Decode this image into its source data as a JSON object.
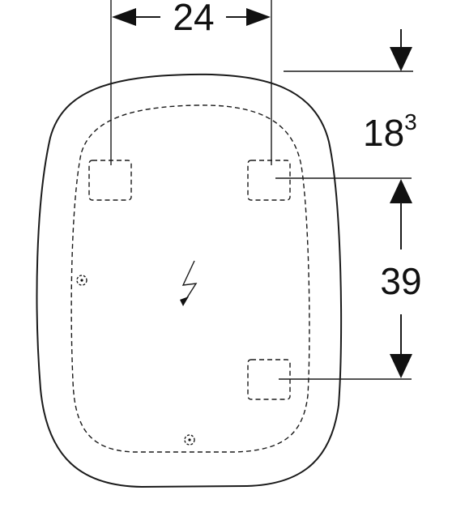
{
  "dimensions": {
    "width_value": "24",
    "depth_base": "18",
    "depth_sup": "3",
    "spacing_value": "39"
  },
  "symbols": {
    "power": "lightning-bolt-icon",
    "screw": "screw-point-icon"
  },
  "colors": {
    "ink": "#111111",
    "background": "#ffffff"
  }
}
